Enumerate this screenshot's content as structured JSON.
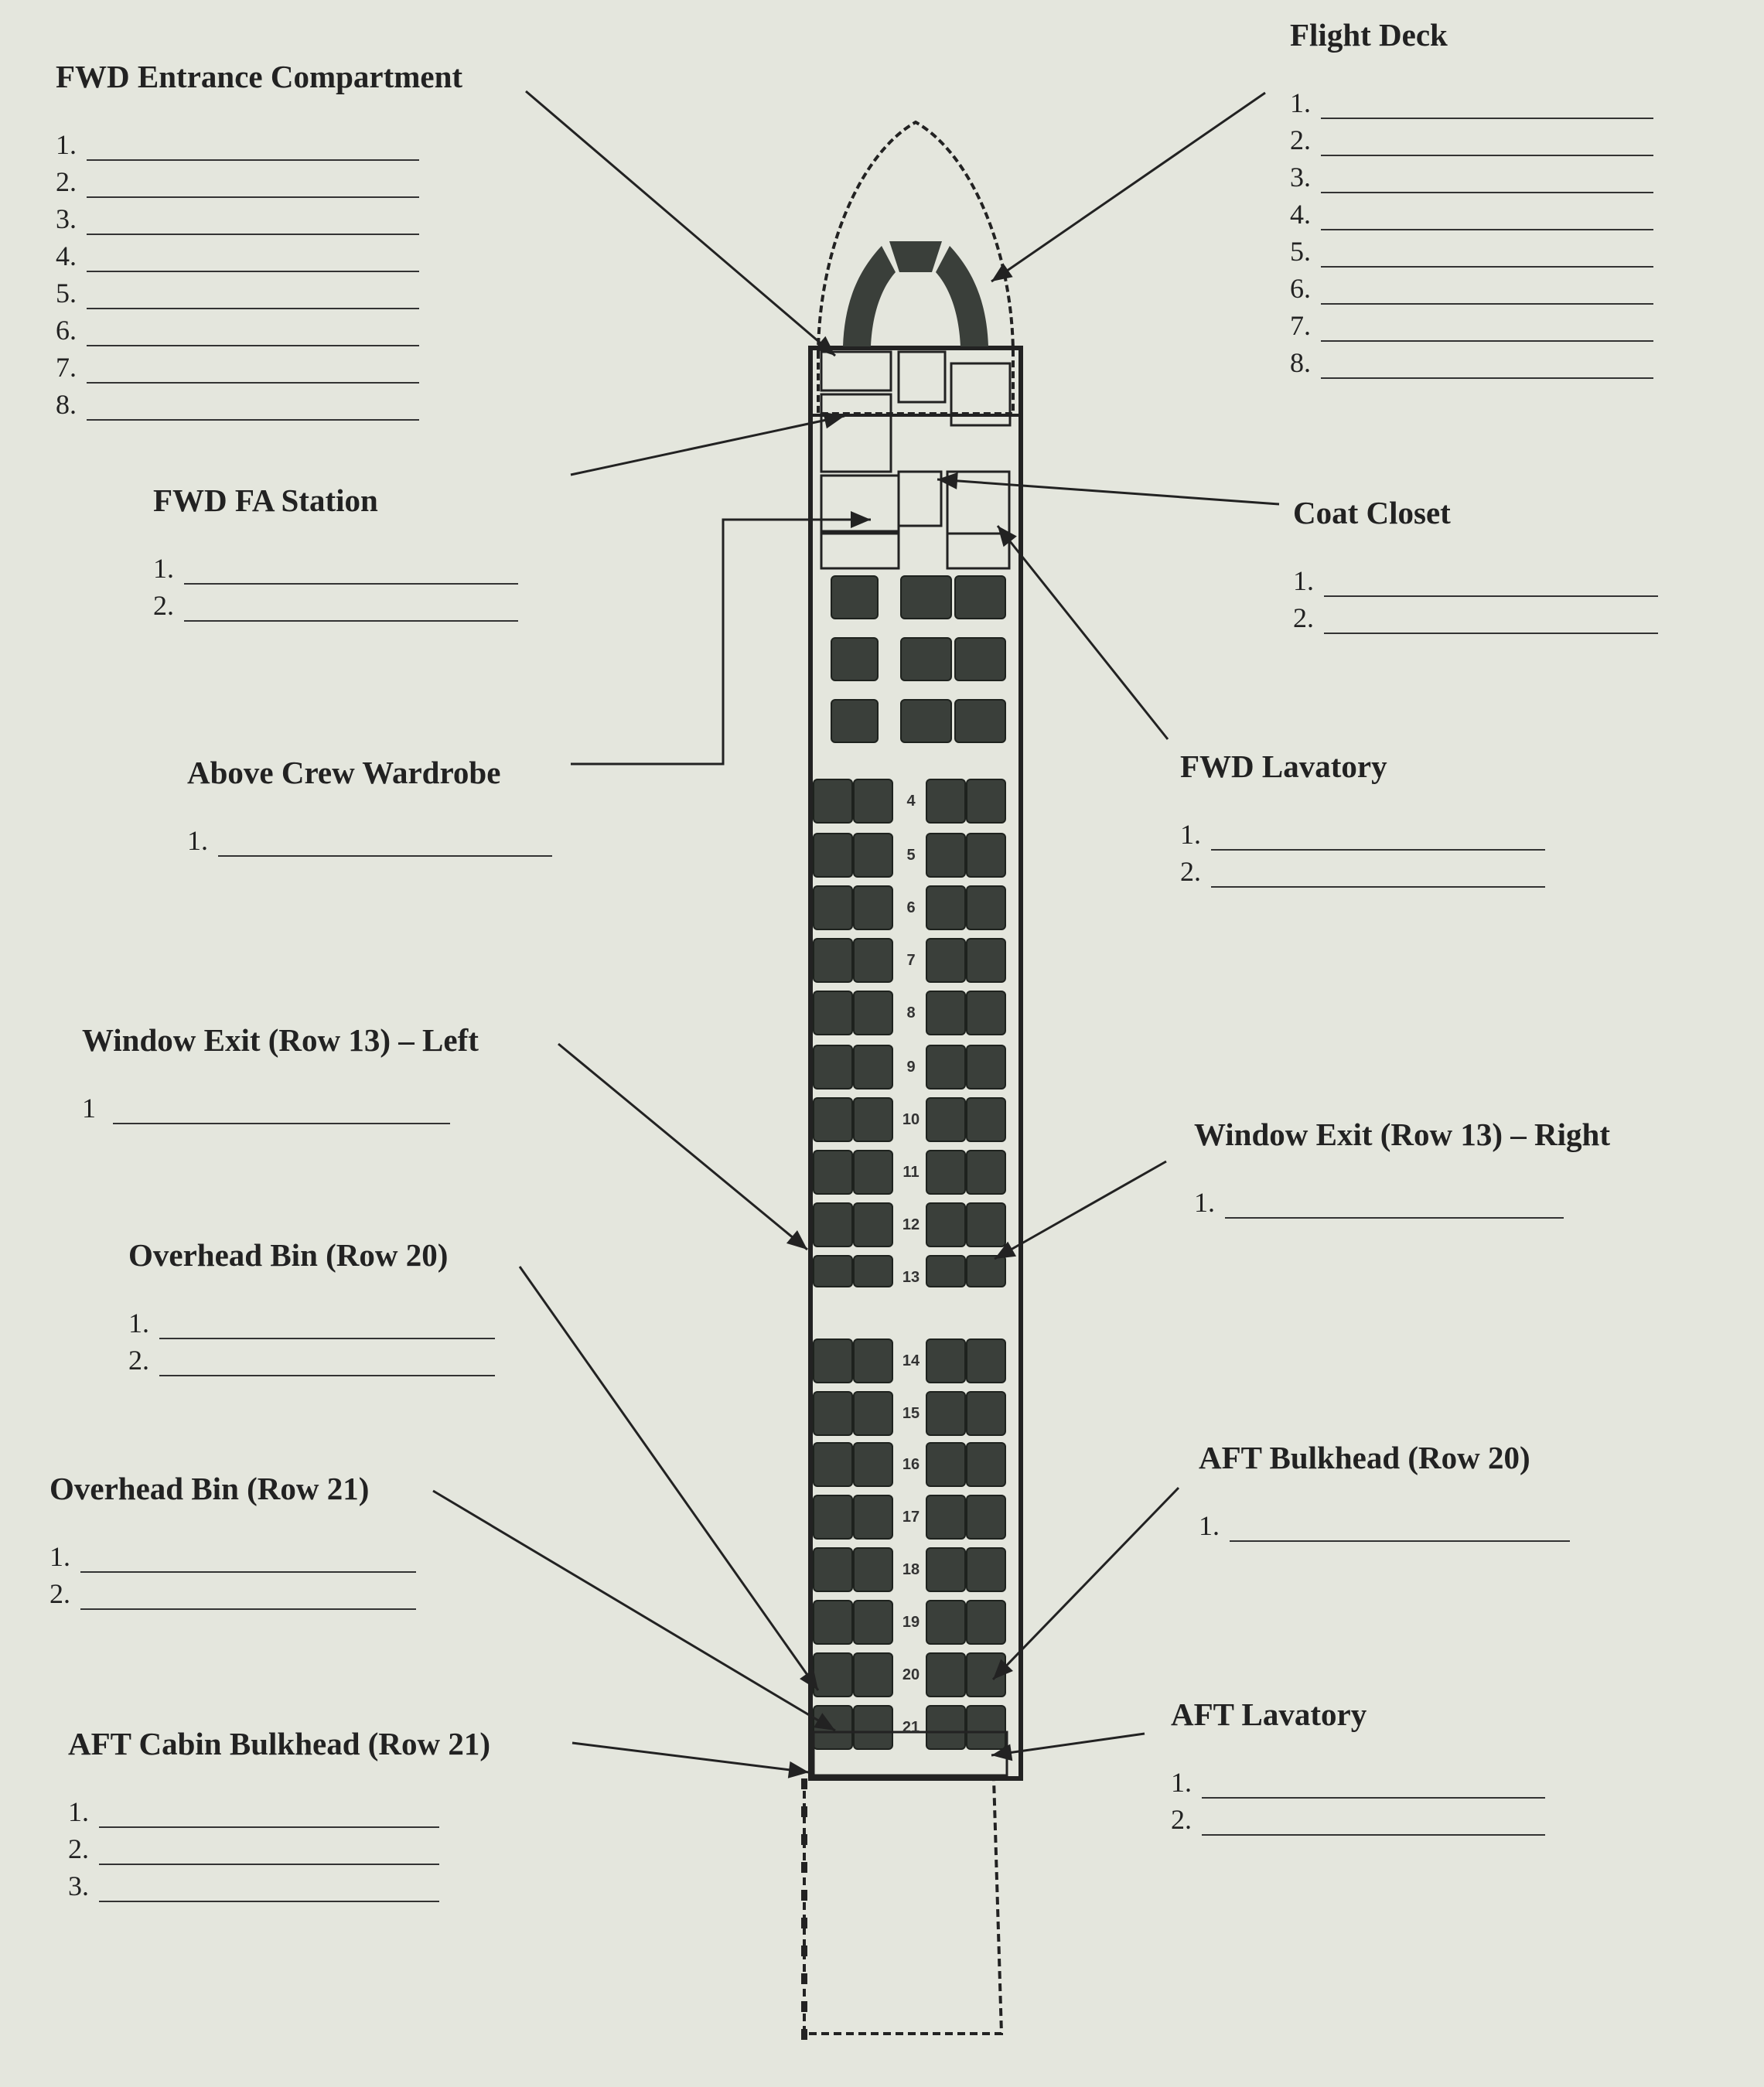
{
  "sections": {
    "fwd_entrance": {
      "title": "FWD Entrance Compartment",
      "blanks": [
        "1.",
        "2.",
        "3.",
        "4.",
        "5.",
        "6.",
        "7.",
        "8."
      ]
    },
    "flight_deck": {
      "title": "Flight Deck",
      "blanks": [
        "1.",
        "2.",
        "3.",
        "4.",
        "5.",
        "6.",
        "7.",
        "8."
      ]
    },
    "fwd_fa_station": {
      "title": "FWD FA Station",
      "blanks": [
        "1.",
        "2."
      ]
    },
    "coat_closet": {
      "title": "Coat Closet",
      "blanks": [
        "1.",
        "2."
      ]
    },
    "above_crew_wardrobe": {
      "title": "Above Crew Wardrobe",
      "blanks": [
        "1."
      ]
    },
    "fwd_lavatory": {
      "title": "FWD Lavatory",
      "blanks": [
        "1.",
        "2."
      ]
    },
    "window_exit_left": {
      "title": "Window Exit (Row 13) – Left",
      "blanks": [
        "1"
      ]
    },
    "window_exit_right": {
      "title": "Window Exit (Row 13) – Right",
      "blanks": [
        "1."
      ]
    },
    "overhead_bin_20": {
      "title": "Overhead Bin (Row 20)",
      "blanks": [
        "1.",
        "2."
      ]
    },
    "aft_bulkhead_20": {
      "title": "AFT Bulkhead (Row 20)",
      "blanks": [
        "1."
      ]
    },
    "overhead_bin_21": {
      "title": "Overhead Bin (Row 21)",
      "blanks": [
        "1.",
        "2."
      ]
    },
    "aft_lavatory": {
      "title": "AFT Lavatory",
      "blanks": [
        "1.",
        "2."
      ]
    },
    "aft_cabin_bulkhead_21": {
      "title": "AFT Cabin Bulkhead (Row 21)",
      "blanks": [
        "1.",
        "2.",
        "3."
      ]
    }
  },
  "aircraft": {
    "row_numbers": [
      "4",
      "5",
      "6",
      "7",
      "8",
      "9",
      "10",
      "11",
      "12",
      "13",
      "14",
      "15",
      "16",
      "17",
      "18",
      "19",
      "20",
      "21"
    ]
  },
  "colors": {
    "paper": "#e4e6dd",
    "ink": "#222222",
    "seat": "#3a3f3a"
  }
}
